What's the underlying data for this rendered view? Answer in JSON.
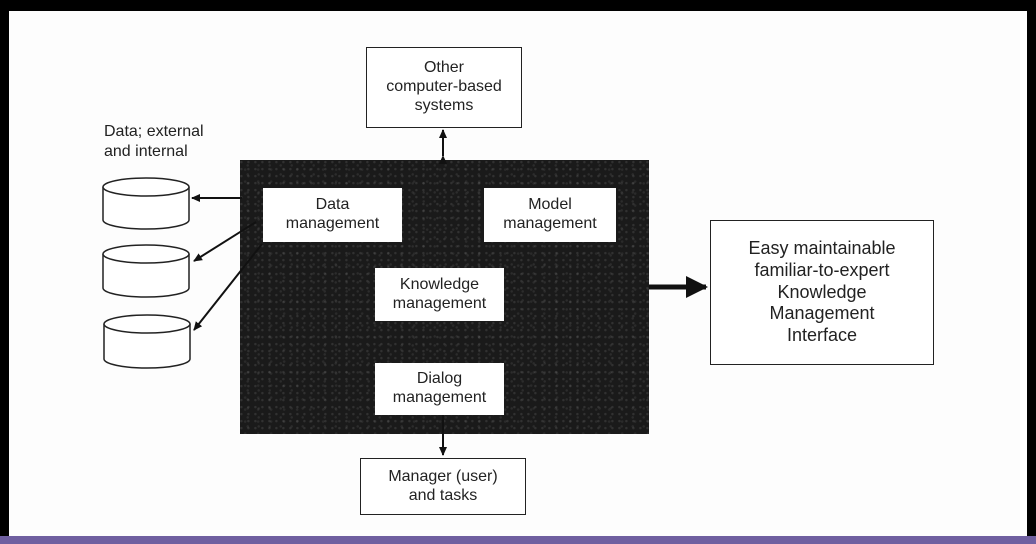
{
  "diagram": {
    "data_store_label": "Data; external\nand internal",
    "other_systems": "Other\ncomputer-based\nsystems",
    "data_management": "Data\nmanagement",
    "model_management": "Model\nmanagement",
    "knowledge_management": "Knowledge\nmanagement",
    "dialog_management": "Dialog\nmanagement",
    "manager_user": "Manager (user)\nand tasks",
    "km_interface": "Easy maintainable\nfamiliar-to-expert\nKnowledge\nManagement\nInterface"
  },
  "colors": {
    "frame": "#000000",
    "canvas": "#fdfdfd",
    "panel": "#1a1a1a",
    "strip": "#6f5fa0"
  }
}
